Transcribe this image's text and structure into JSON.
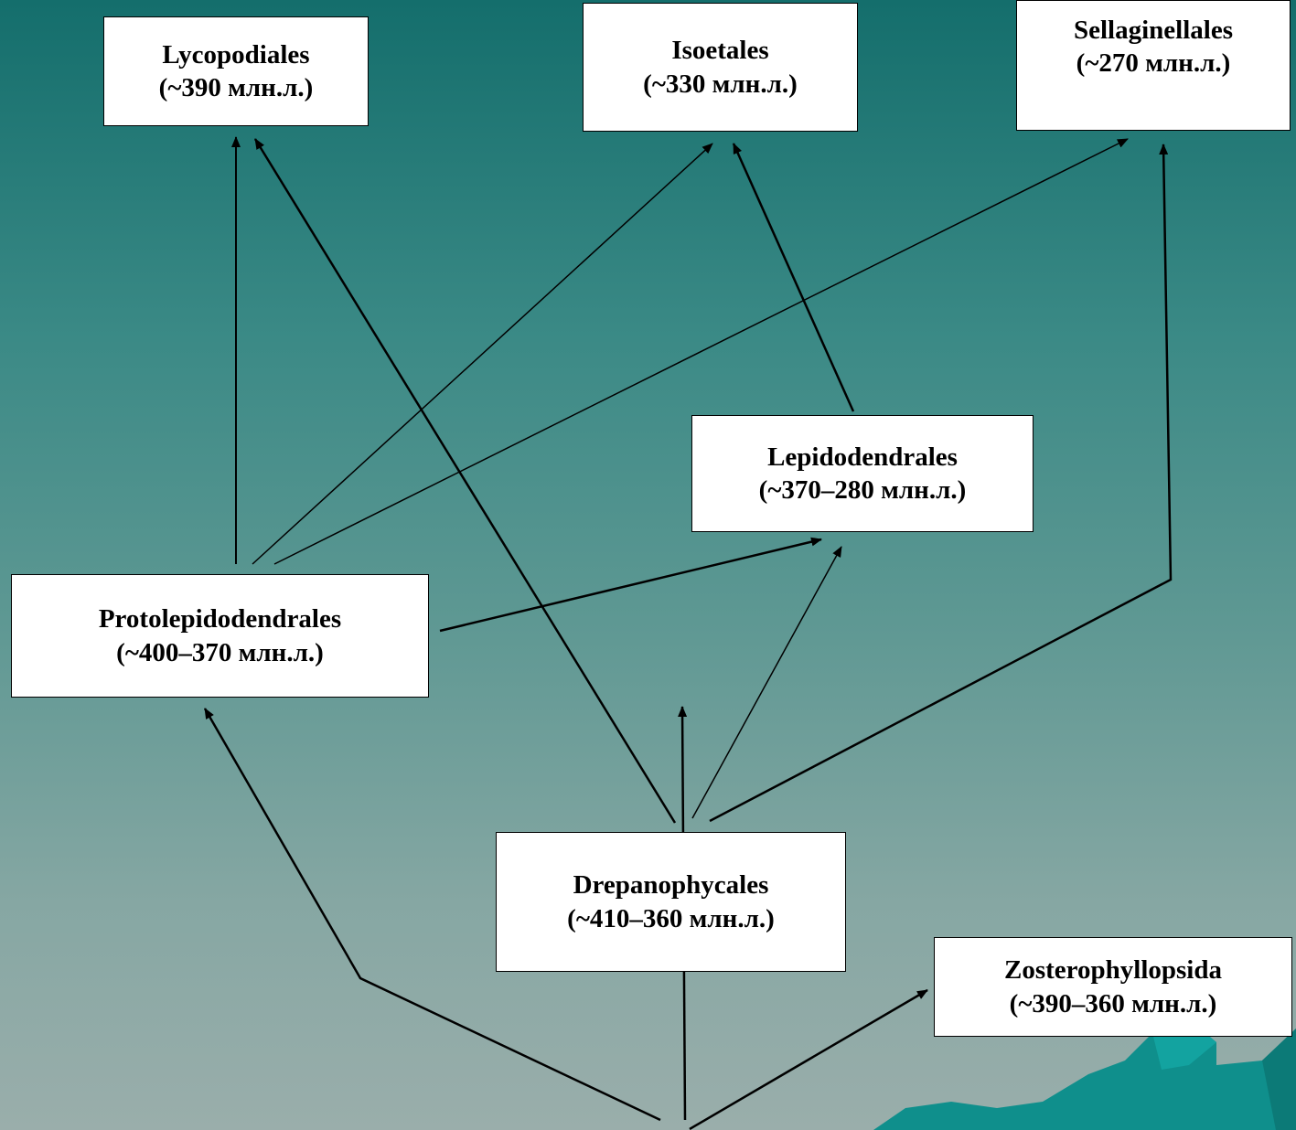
{
  "nodes": {
    "lycopodiales": {
      "name": "Lycopodiales",
      "age": "(~390 млн.л.)"
    },
    "isoetales": {
      "name": "Isoetales",
      "age": "(~330 млн.л.)"
    },
    "sellaginellales": {
      "name": "Sellaginellales",
      "age": "(~270 млн.л.)"
    },
    "lepidodendrales": {
      "name": "Lepidodendrales",
      "age": "(~370–280 млн.л.)"
    },
    "protolepidodendrales": {
      "name": "Protolepidodendrales",
      "age": "(~400–370 млн.л.)"
    },
    "drepanophycales": {
      "name": "Drepanophycales",
      "age": "(~410–360 млн.л.)"
    },
    "zosterophyllopsida": {
      "name": "Zosterophyllopsida",
      "age": "(~390–360 млн.л.)"
    }
  },
  "edges": [
    {
      "from": "protolepidodendrales",
      "to": "lycopodiales"
    },
    {
      "from": "protolepidodendrales",
      "to": "isoetales"
    },
    {
      "from": "protolepidodendrales",
      "to": "sellaginellales"
    },
    {
      "from": "protolepidodendrales",
      "to": "lepidodendrales"
    },
    {
      "from": "lepidodendrales",
      "to": "isoetales"
    },
    {
      "from": "drepanophycales",
      "to": "lycopodiales"
    },
    {
      "from": "drepanophycales",
      "to": "lepidodendrales"
    },
    {
      "from": "drepanophycales",
      "to": "sellaginellales"
    },
    {
      "from": "base",
      "to": "protolepidodendrales"
    },
    {
      "from": "base",
      "to": "drepanophycales"
    },
    {
      "from": "base",
      "to": "zosterophyllopsida"
    }
  ],
  "colors": {
    "box_fill": "#ffffff",
    "line": "#000000",
    "decoration": "#0f8f8c"
  }
}
